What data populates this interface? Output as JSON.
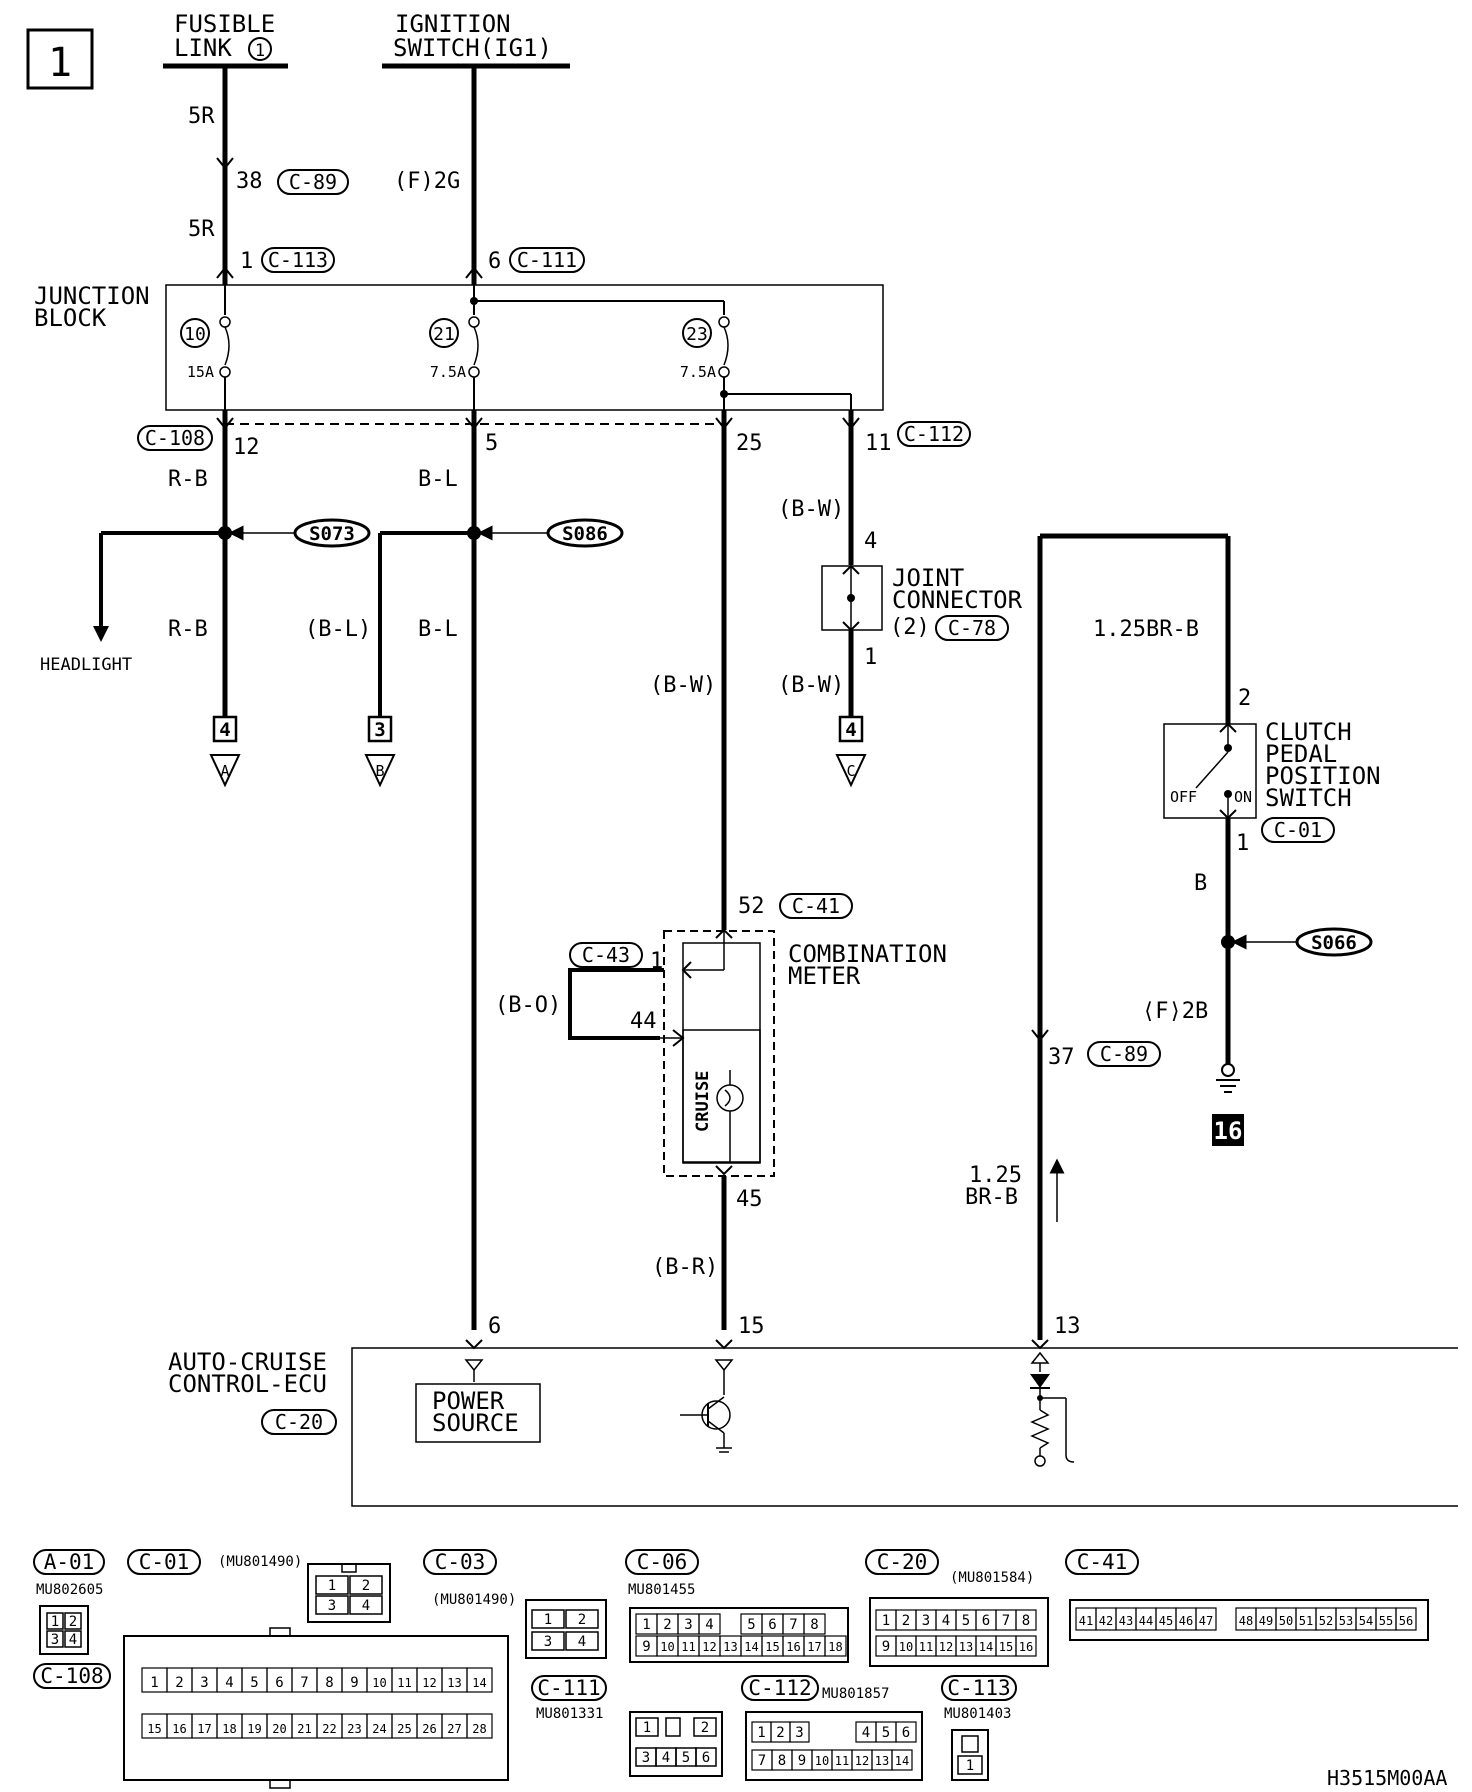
{
  "page": {
    "number": "1",
    "code": "H3515M00AA"
  },
  "sources": {
    "fusible_link": {
      "line1": "FUSIBLE",
      "line2": "LINK",
      "num": "1"
    },
    "ignition": {
      "line1": "IGNITION",
      "line2": "SWITCH(IG1)"
    }
  },
  "wires": {
    "w5r_a": "5R",
    "pin38": "38",
    "c89_a": "C-89",
    "w5r_b": "5R",
    "pin1": "1",
    "c113": "C-113",
    "f2g": "(F)2G",
    "pin6": "6",
    "c111": "C-111",
    "c108": "C-108",
    "pin12": "12",
    "pin5": "5",
    "pin25": "25",
    "pin11": "11",
    "c112": "C-112",
    "rb1": "R-B",
    "bl1": "B-L",
    "bw1": "(B-W)",
    "jc_pin4": "4",
    "rb2": "R-B",
    "bl_paren": "(B-L)",
    "bl2": "B-L",
    "bw2": "(B-W)",
    "bw3": "(B-W)",
    "jc_pin1": "1",
    "br125": "1.25BR-B",
    "cp_pin2": "2",
    "cp_pin1": "1",
    "c01": "C-01",
    "b": "B",
    "f2b": "⟨F⟩2B",
    "pin52": "52",
    "c41": "C-41",
    "c43": "C-43",
    "pin1_meter": "1",
    "bo": "(B-O)",
    "pin44": "44",
    "pin45": "45",
    "br": "(B-R)",
    "pin37": "37",
    "c89_b": "C-89",
    "w125": "1.25",
    "brb": "BR-B",
    "ecu6": "6",
    "ecu15": "15",
    "ecu13": "13"
  },
  "junction_block": {
    "line1": "JUNCTION",
    "line2": "BLOCK",
    "fuses": [
      {
        "num": "10",
        "rating": "15A"
      },
      {
        "num": "21",
        "rating": "7.5A"
      },
      {
        "num": "23",
        "rating": "7.5A"
      }
    ]
  },
  "splices": [
    "S073",
    "S086",
    "S066"
  ],
  "headlight": "HEADLIGHT",
  "connectors": {
    "a": {
      "pin": "4",
      "letter": "A"
    },
    "b": {
      "pin": "3",
      "letter": "B"
    },
    "c": {
      "pin": "4",
      "letter": "C"
    }
  },
  "joint_connector": {
    "line1": "JOINT",
    "line2": "CONNECTOR",
    "num": "(2)",
    "code": "C-78"
  },
  "clutch_switch": {
    "line1": "CLUTCH",
    "line2": "PEDAL",
    "line3": "POSITION",
    "line4": "SWITCH",
    "off": "OFF",
    "on": "ON"
  },
  "combination_meter": {
    "line1": "COMBINATION",
    "line2": "METER",
    "cruise": "CRUISE"
  },
  "ground": "16",
  "ecu": {
    "line1": "AUTO-CRUISE",
    "line2": "CONTROL-ECU",
    "code": "C-20",
    "power1": "POWER",
    "power2": "SOURCE"
  },
  "legend": {
    "a01": "A-01",
    "mu802605": "MU802605",
    "c108": "C-108",
    "c01": "C-01",
    "mu801490_a": "(MU801490)",
    "c03": "C-03",
    "mu801490_b": "(MU801490)",
    "c111": "C-111",
    "mu801331": "MU801331",
    "c06": "C-06",
    "mu801455": "MU801455",
    "c20": "C-20",
    "mu801584": "(MU801584)",
    "c112": "C-112",
    "mu801857": "MU801857",
    "c113": "C-113",
    "mu801403": "MU801403",
    "c41": "C-41",
    "pins_c01_top": [
      "1",
      "2",
      "3",
      "4",
      "5",
      "6",
      "7",
      "8",
      "9",
      "10",
      "11",
      "12",
      "13",
      "14"
    ],
    "pins_c01_bot": [
      "15",
      "16",
      "17",
      "18",
      "19",
      "20",
      "21",
      "22",
      "23",
      "24",
      "25",
      "26",
      "27",
      "28"
    ],
    "pins_c06_top": [
      "1",
      "2",
      "3",
      "4",
      "5",
      "6",
      "7",
      "8"
    ],
    "pins_c06_bot": [
      "9",
      "10",
      "11",
      "12",
      "13",
      "14",
      "15",
      "16",
      "17",
      "18"
    ],
    "pins_c20_top": [
      "1",
      "2",
      "3",
      "4",
      "5",
      "6",
      "7",
      "8"
    ],
    "pins_c20_bot": [
      "9",
      "10",
      "11",
      "12",
      "13",
      "14",
      "15",
      "16"
    ],
    "pins_c41": [
      "41",
      "42",
      "43",
      "44",
      "45",
      "46",
      "47",
      "48",
      "49",
      "50",
      "51",
      "52",
      "53",
      "54",
      "55",
      "56"
    ],
    "pins_c112_top": [
      "1",
      "2",
      "3",
      "4",
      "5",
      "6"
    ],
    "pins_c112_bot": [
      "7",
      "8",
      "9",
      "10",
      "11",
      "12",
      "13",
      "14"
    ],
    "pins_c111": [
      "1",
      "2",
      "3",
      "4",
      "5",
      "6"
    ],
    "pins_c03": [
      "1",
      "2",
      "3",
      "4"
    ],
    "pins_c01s": [
      "1",
      "2",
      "3",
      "4"
    ],
    "pins_a01": [
      "1",
      "2",
      "3",
      "4"
    ],
    "pin_c113": "1"
  }
}
